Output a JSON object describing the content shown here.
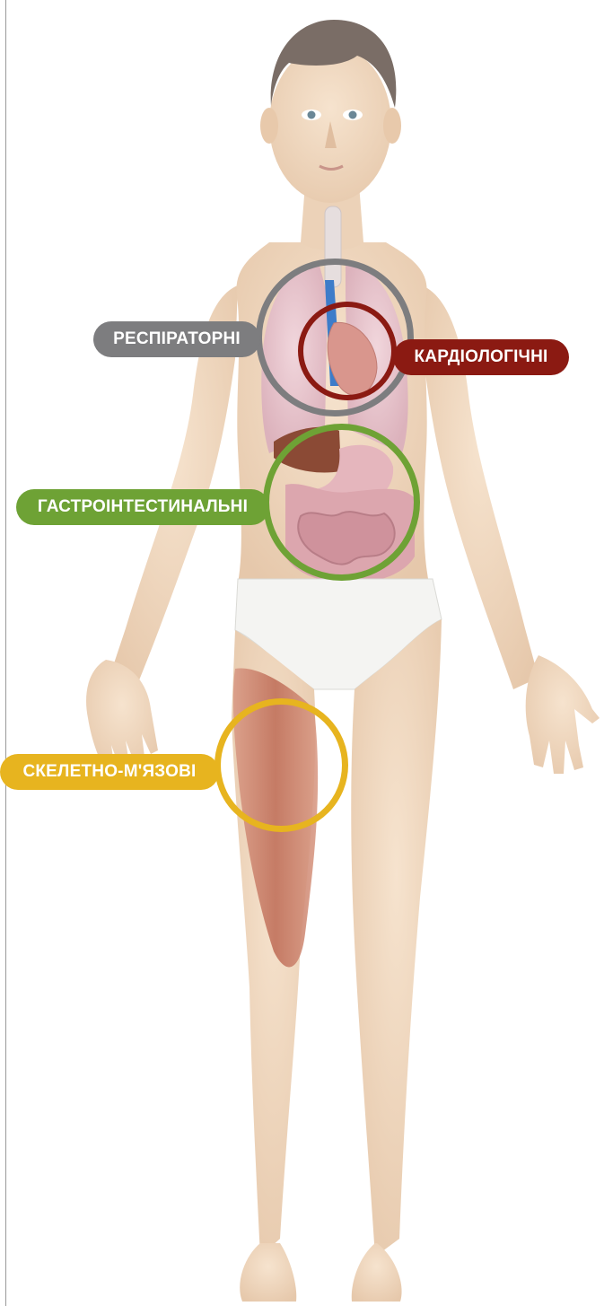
{
  "colors": {
    "respiratory": "#7d7d7f",
    "cardiac": "#8b1a12",
    "gastro": "#6ea235",
    "musculoskeletal": "#e7b41f",
    "skin": "#f2dcc4",
    "skin_shadow": "#e2c2a3",
    "underwear": "#f4f4f2",
    "lungs": "#e7c4cc",
    "intestine": "#d69ba4",
    "muscle": "#c57c68",
    "hair": "#7a6d66"
  },
  "labels": {
    "respiratory": "РЕСПІРАТОРНІ",
    "cardiac": "КАРДІОЛОГІЧНІ",
    "gastro": "ГАСТРОІНТЕСТИНАЛЬНІ",
    "musculoskeletal": "СКЕЛЕТНО-М'ЯЗОВІ"
  },
  "icons": {
    "figure": "child-anatomy-illustration"
  }
}
